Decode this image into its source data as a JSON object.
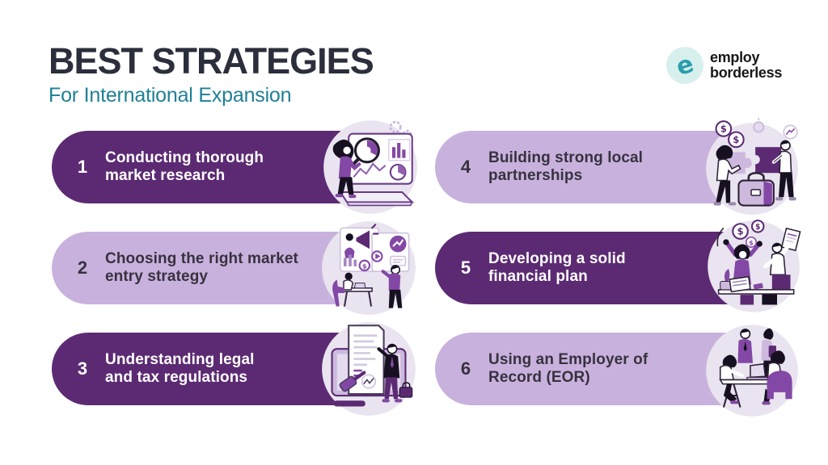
{
  "header": {
    "title": "BEST STRATEGIES",
    "subtitle": "For International Expansion",
    "logo": {
      "icon": "employ-borderless-e-icon",
      "line1": "employ",
      "line2": "borderless"
    }
  },
  "strategies": [
    {
      "number": "1",
      "label_line1": "Conducting thorough",
      "label_line2": "market research",
      "variant": "dark",
      "illustration": "market-research-illustration"
    },
    {
      "number": "2",
      "label_line1": "Choosing the right market",
      "label_line2": "entry strategy",
      "variant": "light",
      "illustration": "market-entry-illustration"
    },
    {
      "number": "3",
      "label_line1": "Understanding legal",
      "label_line2": "and tax regulations",
      "variant": "dark",
      "illustration": "legal-tax-illustration"
    },
    {
      "number": "4",
      "label_line1": "Building strong local",
      "label_line2": "partnerships",
      "variant": "light",
      "illustration": "partnerships-illustration"
    },
    {
      "number": "5",
      "label_line1": "Developing a solid",
      "label_line2": "financial plan",
      "variant": "dark",
      "illustration": "financial-plan-illustration"
    },
    {
      "number": "6",
      "label_line1": "Using an Employer of",
      "label_line2": "Record (EOR)",
      "variant": "light",
      "illustration": "eor-meeting-illustration"
    }
  ],
  "colors": {
    "dark_pill": "#5c2a73",
    "light_pill": "#c8b2dd",
    "title": "#2b2f3c",
    "subtitle_teal": "#1f8095",
    "logo_teal": "#2a9fae",
    "logo_circle_bg": "#d8f0ed",
    "illustration_bg": "#e9e4ef",
    "text_on_light": "#38313f"
  }
}
